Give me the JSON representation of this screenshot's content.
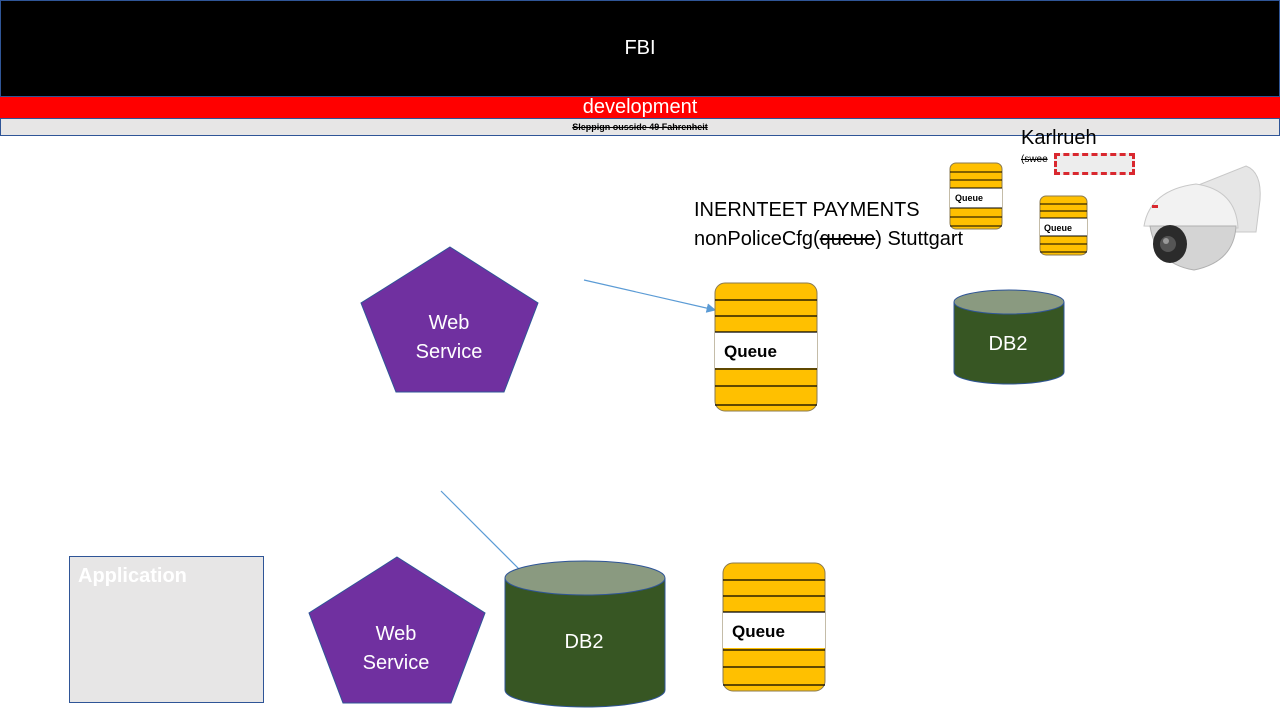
{
  "header": {
    "title": "FBI",
    "environment": "development",
    "subtitle": "Sleppign ousside 49 Fahrenheit"
  },
  "annotations": {
    "payments_title": "INERNTEET PAYMENTS",
    "payments_prefix": "nonPoliceCfg(",
    "payments_struck": "queue",
    "payments_suffix": ") Stuttgart",
    "location_title": "Karlrueh",
    "location_note": "(swee"
  },
  "nodes": {
    "web_service_top": "Web Service",
    "web_service_bottom": "Web Service",
    "queue_main": "Queue",
    "queue_bottom": "Queue",
    "queue_small_1": "Queue",
    "queue_small_2": "Queue",
    "db2_top": "DB2",
    "db2_bottom": "DB2",
    "application": "Application"
  },
  "colors": {
    "pentagon": "#7030a0",
    "queue": "#ffc000",
    "db_body": "#375623",
    "db_top": "#8a9a80",
    "env_bar": "#ff0000",
    "connector": "#5b9bd5"
  }
}
